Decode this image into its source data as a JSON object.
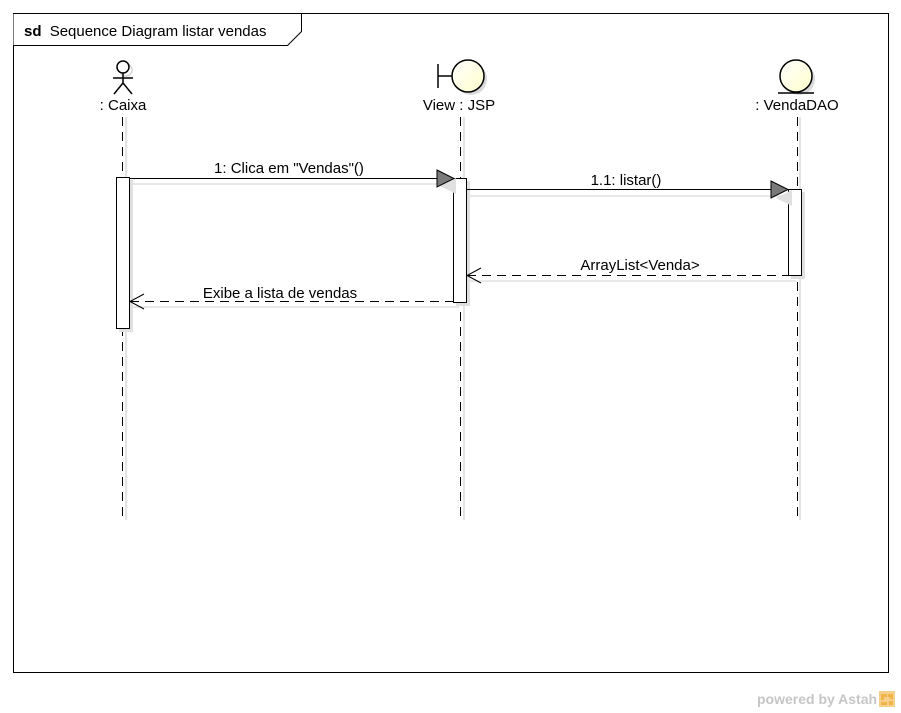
{
  "frame": {
    "keyword": "sd",
    "title": "Sequence Diagram listar vendas"
  },
  "lifelines": [
    {
      "name": "caixa",
      "label": ": Caixa",
      "kind": "actor"
    },
    {
      "name": "view-jsp",
      "label": "View : JSP",
      "kind": "boundary"
    },
    {
      "name": "vendadao",
      "label": ": VendaDAO",
      "kind": "entity"
    }
  ],
  "messages": [
    {
      "label": "1: Clica em \"Vendas\"()",
      "kind": "sync",
      "from": "caixa",
      "to": "view-jsp"
    },
    {
      "label": "1.1: listar()",
      "kind": "sync",
      "from": "view-jsp",
      "to": "vendadao"
    },
    {
      "label": "ArrayList<Venda>",
      "kind": "reply",
      "from": "vendadao",
      "to": "view-jsp"
    },
    {
      "label": "Exibe a lista de vendas",
      "kind": "reply",
      "from": "view-jsp",
      "to": "caixa"
    }
  ],
  "watermark": {
    "text": "powered by Astah",
    "logo_icon": "astah-logo-icon"
  },
  "colors": {
    "lifeline_head_fill": "#ffffdd",
    "line": "#000000",
    "shadow": "#d9d9d9",
    "watermark": "#c6c6c6",
    "logo": "#f0b44a"
  }
}
